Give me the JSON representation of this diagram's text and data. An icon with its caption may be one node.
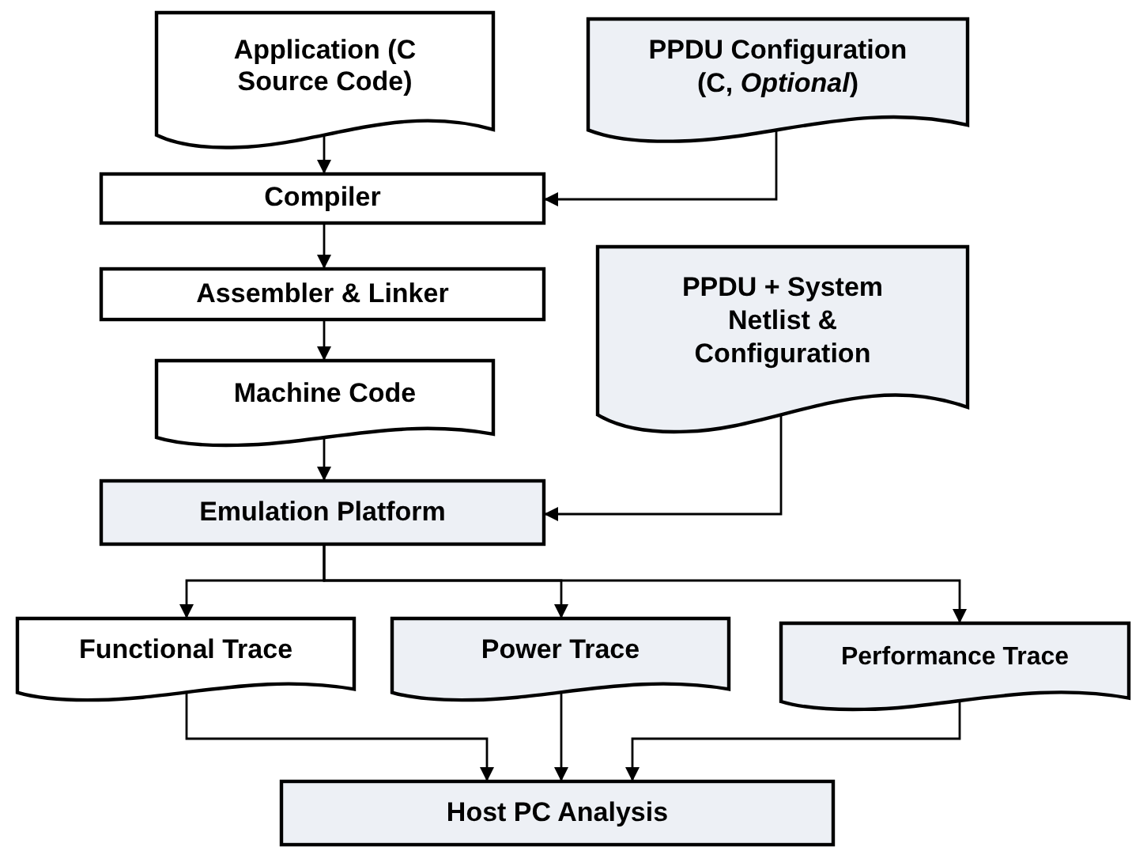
{
  "diagram": {
    "nodes": [
      {
        "text": [
          "Application (C Source Code)"
        ]
      },
      {
        "text": [
          "PPDU Configuration (C, *Optional*)"
        ]
      },
      {
        "text": [
          "Compiler"
        ]
      },
      {
        "text": [
          "Assembler & Linker"
        ]
      },
      {
        "text": [
          "PPDU + System Netlist & Configuration"
        ]
      },
      {
        "text": [
          "Machine Code"
        ]
      },
      {
        "text": [
          "Emulation Platform"
        ]
      },
      {
        "text": [
          "Functional Trace"
        ]
      },
      {
        "text": [
          "Power Trace"
        ]
      },
      {
        "text": [
          "Performance Trace"
        ]
      },
      {
        "text": [
          "Host PC Analysis"
        ]
      }
    ],
    "edges": [
      {
        "from": 0,
        "to": 2,
        "arrow": "to"
      },
      {
        "from": 1,
        "to": 2,
        "arrow": "to"
      },
      {
        "from": 2,
        "to": 3,
        "arrow": "to"
      },
      {
        "from": 3,
        "to": 5,
        "arrow": "to"
      },
      {
        "from": 5,
        "to": 6,
        "arrow": "to"
      },
      {
        "from": 4,
        "to": 6,
        "arrow": "to"
      },
      {
        "from": 6,
        "to": 7,
        "arrow": "to"
      },
      {
        "from": 6,
        "to": 8,
        "arrow": "to"
      },
      {
        "from": 6,
        "to": 9,
        "arrow": "to"
      },
      {
        "from": 7,
        "to": 10,
        "arrow": "to"
      },
      {
        "from": 8,
        "to": 10,
        "arrow": "to"
      },
      {
        "from": 9,
        "to": 10,
        "arrow": "to"
      }
    ]
  }
}
